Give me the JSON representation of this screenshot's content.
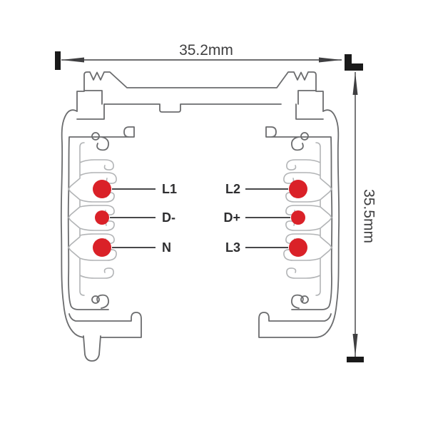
{
  "diagram": {
    "type": "track-profile-cross-section",
    "dimensions": {
      "width_label": "35.2mm",
      "height_label": "35.5mm"
    },
    "conductors": {
      "left": [
        {
          "label": "L1"
        },
        {
          "label": "D-"
        },
        {
          "label": "N"
        }
      ],
      "right": [
        {
          "label": "L2"
        },
        {
          "label": "D+"
        },
        {
          "label": "L3"
        }
      ]
    },
    "colors": {
      "conductor_dot": "#da2128",
      "profile_outline": "#6b6c6e",
      "insulator_outline": "#b2b4b6",
      "dimension": "#3f3f41",
      "label_text": "#2e2e30"
    }
  }
}
